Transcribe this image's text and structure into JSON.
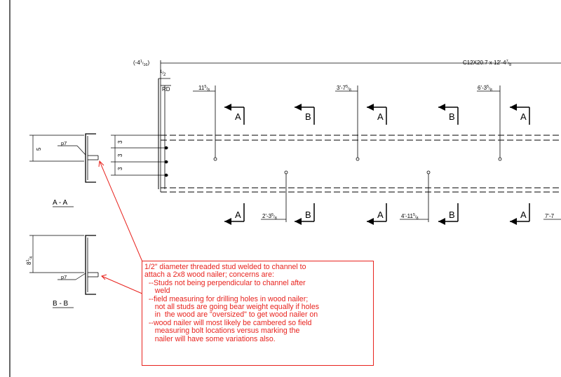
{
  "member_label": "C12X20.7 x 12'-4",
  "member_label_frac": {
    "num": "7",
    "den": "8"
  },
  "start_offset": "(-4",
  "start_offset_frac": {
    "num": "1",
    "den": "16"
  },
  "start_offset_close": ")",
  "half_dim": {
    "num": "1",
    "den": "2"
  },
  "rd_label": "RD",
  "dims_top": [
    {
      "whole": "11",
      "num": "5",
      "den": "8"
    },
    {
      "whole": "3'-7",
      "num": "5",
      "den": "8"
    },
    {
      "whole": "6'-3",
      "num": "5",
      "den": "8"
    }
  ],
  "dims_bottom": [
    {
      "whole": "2'-3",
      "num": "5",
      "den": "8"
    },
    {
      "whole": "4'-11",
      "num": "5",
      "den": "8"
    },
    {
      "whole": "7'-7"
    }
  ],
  "section_letters_top": [
    "A",
    "B",
    "A",
    "B",
    "A"
  ],
  "section_letters_bottom": [
    "A",
    "B",
    "A",
    "B",
    "A"
  ],
  "stud_spacing_labels": [
    "3",
    "3",
    "3"
  ],
  "section_aa": {
    "title": "A - A",
    "dim": "5",
    "weld": "p7"
  },
  "section_bb": {
    "title": "B - B",
    "dim_whole": "8",
    "dim_num": "1",
    "dim_den": "4",
    "weld": "p7"
  },
  "note": {
    "lines": [
      "1/2\" diameter threaded stud welded to channel to",
      "attach a 2x8 wood nailer;  concerns are:",
      "  --Studs not being perpendicular to channel after",
      "     weld",
      "  --field measuring for drilling holes in wood nailer;",
      "     not all studs are going bear weight equally if holes",
      "     in  the wood are \"oversized\" to get wood nailer on",
      "  --wood nailer will most likely be cambered so field",
      "     measuring bolt locations versus marking the",
      "     nailer will have some variations also."
    ]
  },
  "colors": {
    "ink": "#000000",
    "markup": "#e8231e"
  }
}
